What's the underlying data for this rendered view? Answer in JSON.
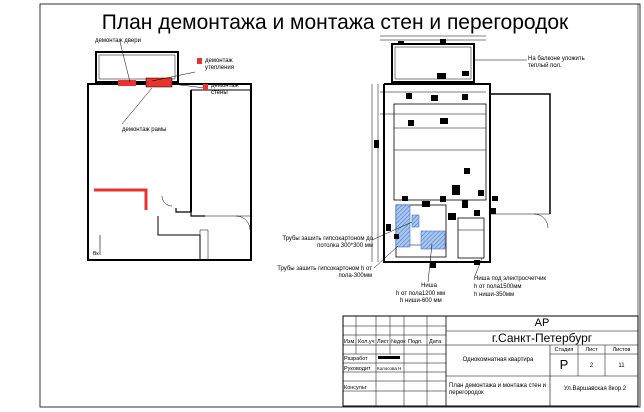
{
  "title": "План демонтажа и монтажа стен и перегородок",
  "left_plan": {
    "labels": {
      "door": "демонтаж двери",
      "heating": "демонтаж утепления",
      "wall": "демонтаж стены",
      "frame": "демонтаж рамы"
    },
    "mark": "Вк"
  },
  "right_plan": {
    "balcony_note": "На балконе уложить теплый пол.",
    "pipes_1": "Трубы зашить гипсокартоном до потолка 300*300 мм",
    "pipes_2": "Трубы зашить гипсокартоном h от пола-300мм",
    "niche_1": {
      "title": "Ниша",
      "from_floor": "h от пола1200 мм",
      "height": "h ниши-600 мм"
    },
    "niche_2": {
      "title": "Ниша под электросчетчик",
      "from_floor": "h от пола1500мм",
      "height": "h ниши-350мм"
    }
  },
  "title_block": {
    "code": "АР",
    "city": "г.Санкт-Петербург",
    "col_headers": [
      "Изм.",
      "Кол.уч",
      "Лист",
      "№док",
      "Подп.",
      "Дата"
    ],
    "roles": [
      "Разработ",
      "Руководит",
      "",
      "Консульт"
    ],
    "supervisor_name": "Колосова Н",
    "object": "Однокомнатная квартира",
    "stage_header": "Стадия",
    "sheet_header": "Лист",
    "sheets_header": "Листов",
    "stage": "Р",
    "sheet": "2",
    "sheets": "11",
    "drawing_title": "План демонтажа и монтажа стен и перегородок",
    "address": "Ул.Варшавская 8кор.2"
  },
  "colors": {
    "line": "#000000",
    "demolition": "#e8332e",
    "hatch": "#5b8fd6"
  }
}
